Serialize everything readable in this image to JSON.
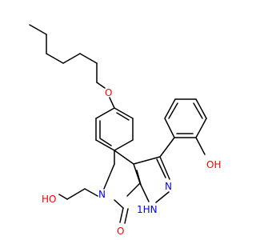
{
  "colors": {
    "carbon_bond": "#000000",
    "oxygen": "#ff0000",
    "nitrogen": "#0000ff",
    "background": "#ffffff"
  },
  "atoms": {
    "o_ether": "O",
    "o_phenol": "OH",
    "o_hydroxyethyl": "HO",
    "o_carbonyl": "O",
    "n_lactam": "N",
    "n_pyrazole_2": "N",
    "n_pyrazole_1h": "N",
    "h_pyrazole": "1H"
  }
}
